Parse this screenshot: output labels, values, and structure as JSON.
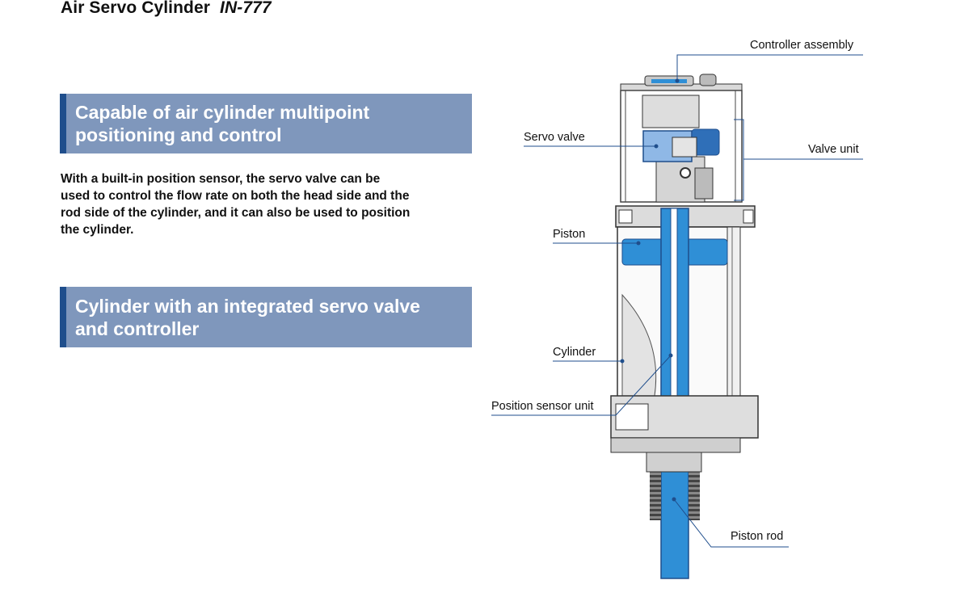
{
  "header": {
    "title": "Air Servo Cylinder",
    "model": "IN-777"
  },
  "sections": [
    {
      "heading_line1": "Capable of air cylinder multipoint",
      "heading_line2": "positioning and control",
      "body_lines": [
        "With a built-in position sensor, the servo valve can be",
        "used to control the flow rate on both the head side and the",
        "rod side of the cylinder, and it can also be used to position",
        "the cylinder."
      ]
    },
    {
      "heading_line1": "Cylinder with an integrated servo valve",
      "heading_line2": "and controller"
    }
  ],
  "diagram": {
    "labels": {
      "controller_assembly": "Controller assembly",
      "servo_valve": "Servo valve",
      "valve_unit": "Valve unit",
      "piston": "Piston",
      "cylinder": "Cylinder",
      "position_sensor_unit": "Position sensor unit",
      "piston_rod": "Piston rod"
    },
    "colors": {
      "accent_blue": "#2f8fd6",
      "leader_line": "#1f4e8c",
      "band": "#7f97bc",
      "band_bar": "#1f4e8c"
    }
  }
}
